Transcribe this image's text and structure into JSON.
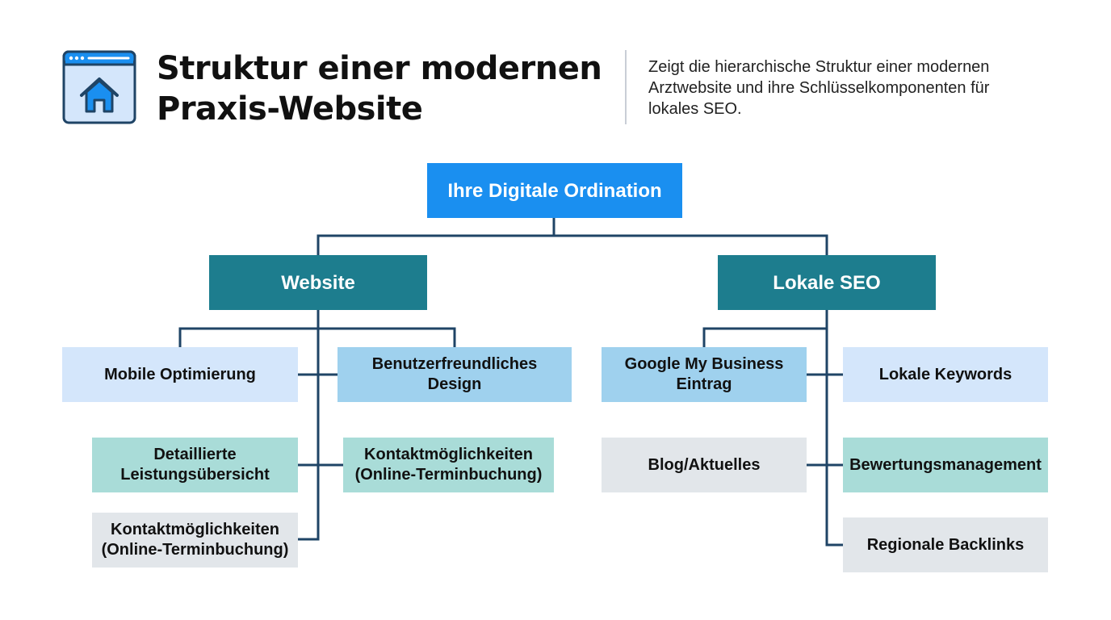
{
  "header": {
    "title_line1": "Struktur einer modernen",
    "title_line2": "Praxis-Website",
    "description": "Zeigt die hierarchische Struktur einer modernen Arztwebsite und ihre Schlüsselkomponenten für lokales SEO.",
    "icon": "website-home-icon"
  },
  "diagram": {
    "root": "Ihre Digitale Ordination",
    "branches": [
      {
        "label": "Website",
        "children": [
          {
            "label": "Mobile Optimierung"
          },
          {
            "label": "Benutzerfreundliches Design"
          },
          {
            "label": "Detaillierte Leistungsübersicht"
          },
          {
            "label": "Kontaktmöglichkeiten (Online-Terminbuchung)"
          },
          {
            "label": "Kontaktmöglichkeiten (Online-Terminbuchung)"
          }
        ]
      },
      {
        "label": "Lokale SEO",
        "children": [
          {
            "label": "Google My Business Eintrag"
          },
          {
            "label": "Lokale Keywords"
          },
          {
            "label": "Blog/Aktuelles"
          },
          {
            "label": "Bewertungsmanagement"
          },
          {
            "label": "Regionale Backlinks"
          }
        ]
      }
    ]
  },
  "colors": {
    "root": "#1a8ff0",
    "branch": "#1d7d8e",
    "light_blue": "#d4e6fb",
    "blue": "#9fd1ee",
    "teal": "#a9dcd8",
    "gray": "#e2e6ea",
    "connector": "#1f4466"
  }
}
